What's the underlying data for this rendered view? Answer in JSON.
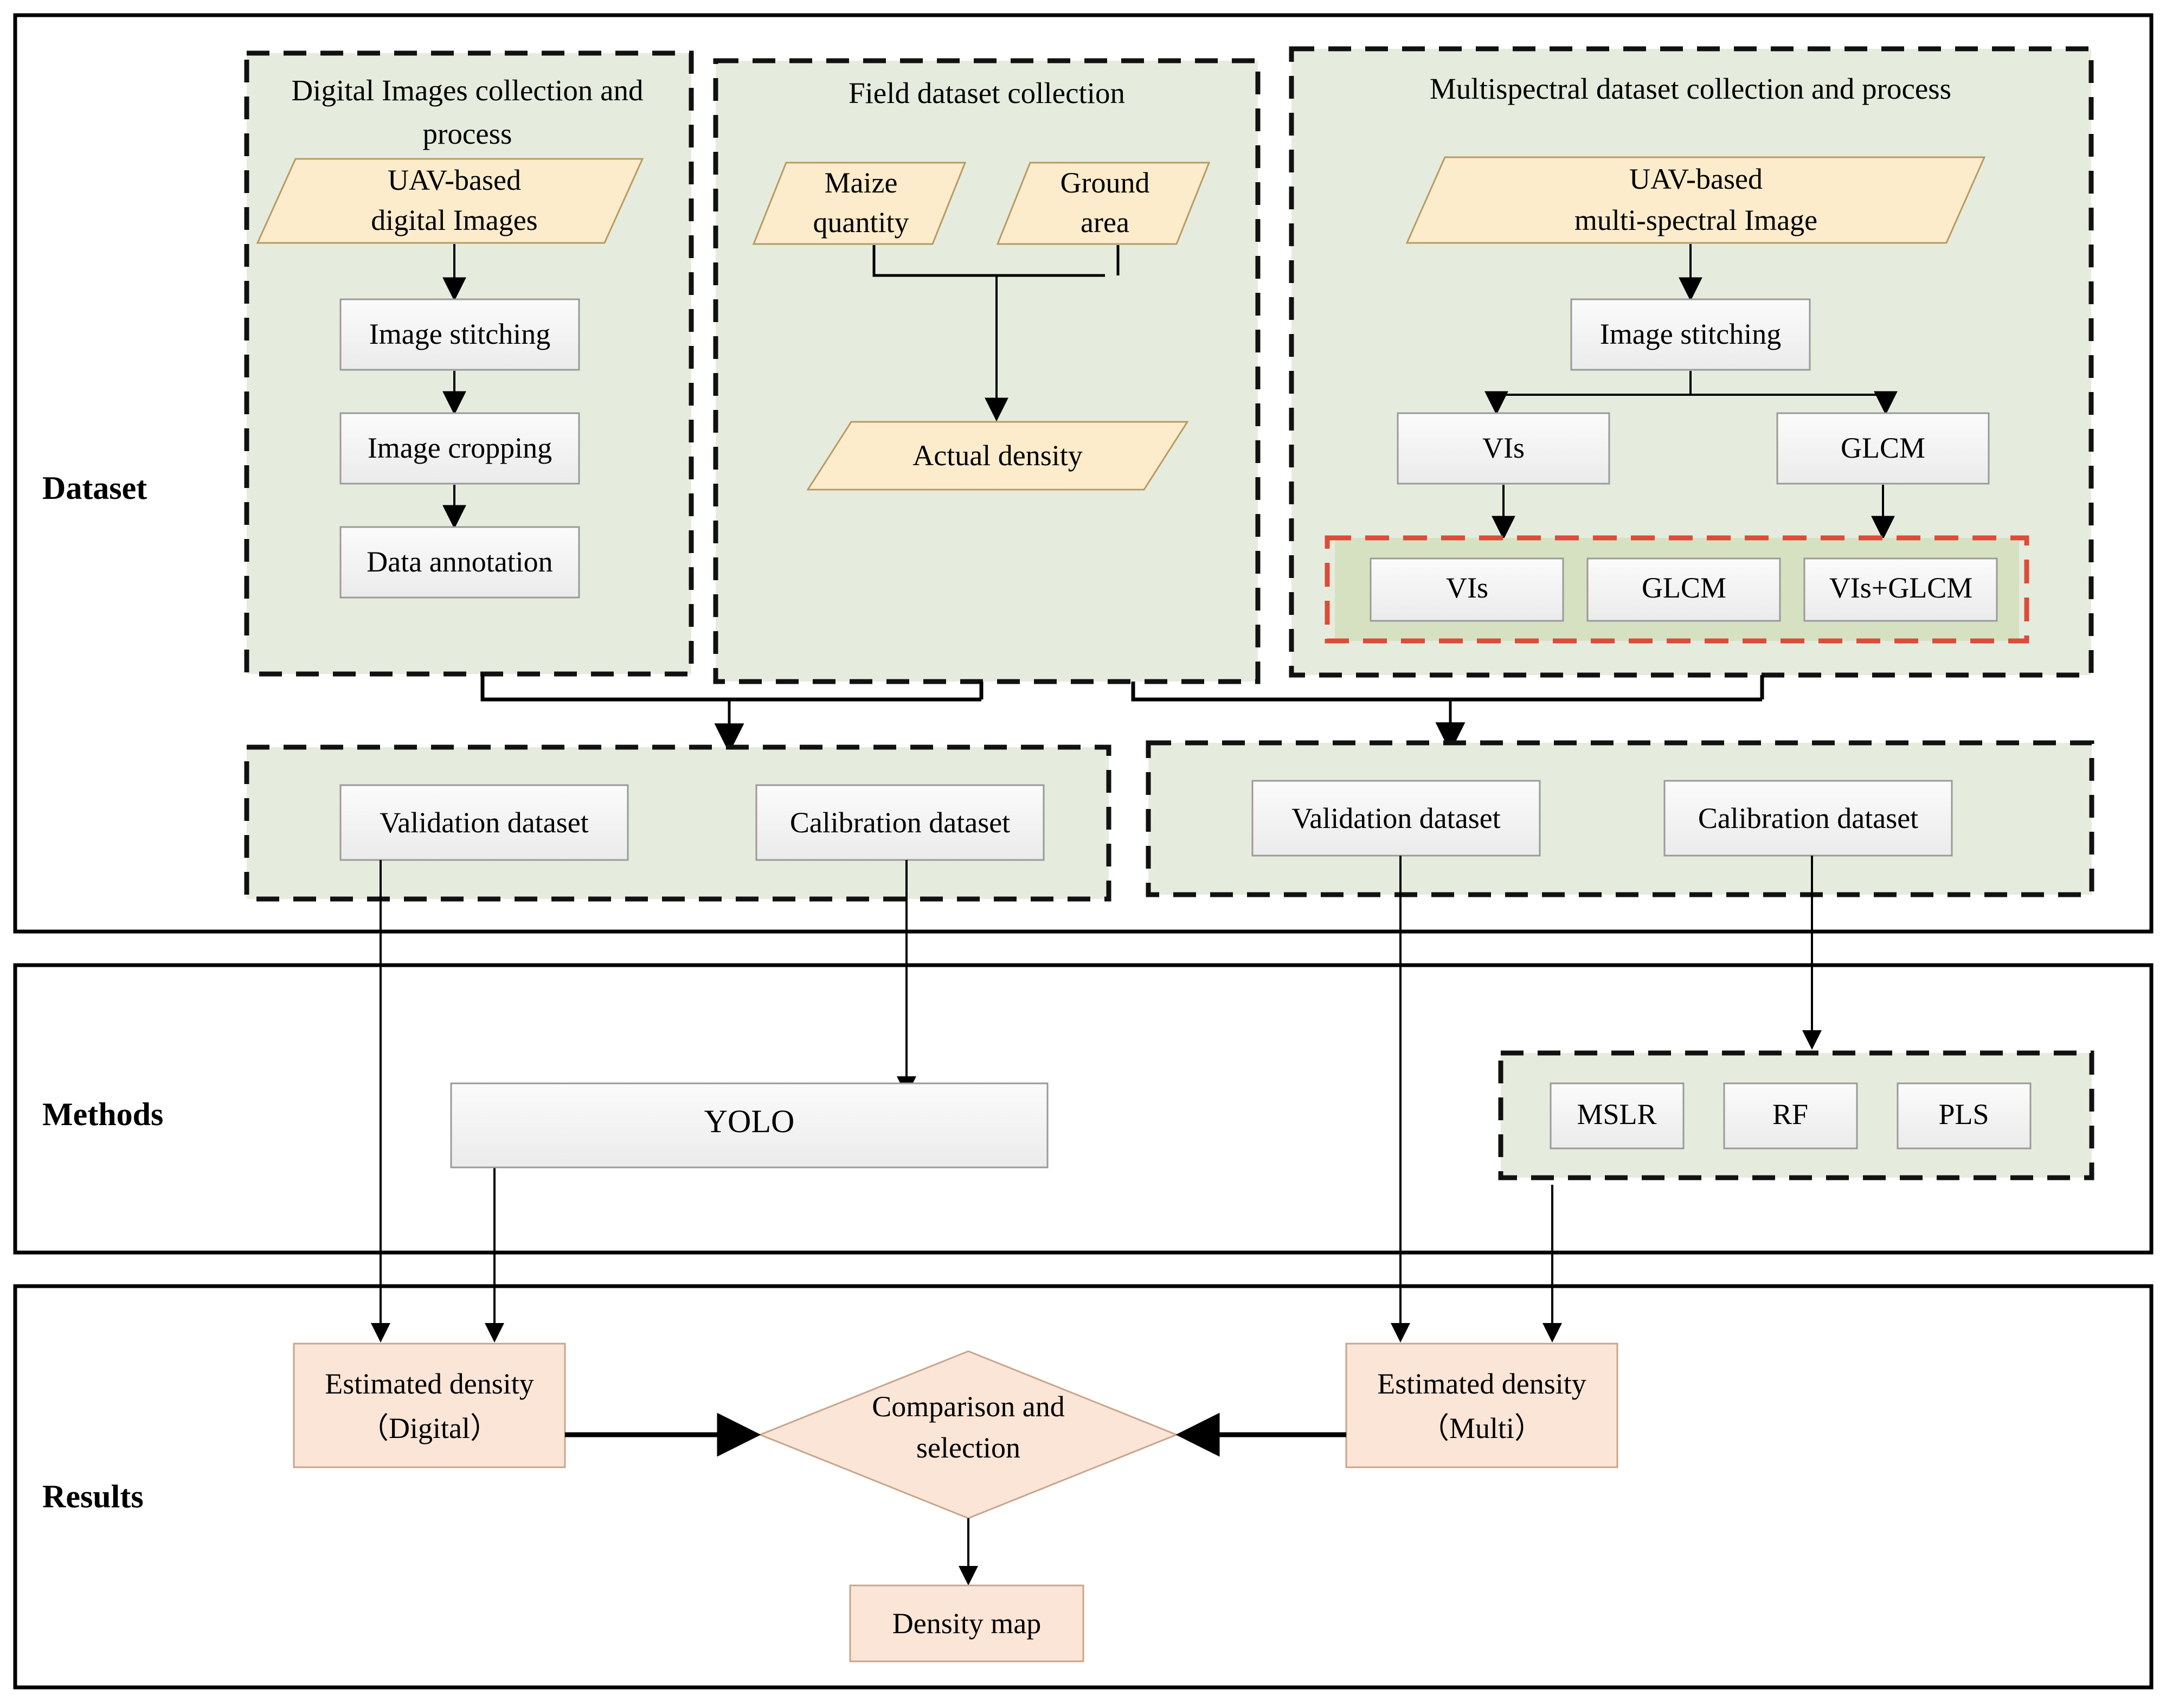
{
  "figure": {
    "type": "flowchart",
    "title": "Maize plant density estimation workflow"
  },
  "row_labels": {
    "dataset": "Dataset",
    "methods": "Methods",
    "results": "Results"
  },
  "dataset": {
    "panels": [
      {
        "id": "digital",
        "title_line1": "Digital Images collection and",
        "title_line2": "process",
        "nodes": [
          {
            "id": "uav-digital",
            "shape": "parallelogram",
            "line1": "UAV-based",
            "line2": "digital Images"
          },
          {
            "id": "stitch-d",
            "shape": "rect",
            "label": "Image stitching"
          },
          {
            "id": "crop-d",
            "shape": "rect",
            "label": "Image cropping"
          },
          {
            "id": "annot-d",
            "shape": "rect",
            "label": "Data annotation"
          }
        ]
      },
      {
        "id": "field",
        "title_line1": "Field dataset collection",
        "title_line2": "",
        "nodes": [
          {
            "id": "maize-qty",
            "shape": "parallelogram",
            "line1": "Maize",
            "line2": "quantity"
          },
          {
            "id": "ground-area",
            "shape": "parallelogram",
            "line1": "Ground",
            "line2": "area"
          },
          {
            "id": "actual-density",
            "shape": "parallelogram",
            "line1": "Actual density",
            "line2": ""
          }
        ]
      },
      {
        "id": "multispectral",
        "title_line1": "Multispectral dataset collection and process",
        "title_line2": "",
        "nodes": [
          {
            "id": "uav-multi",
            "shape": "parallelogram",
            "line1": "UAV-based",
            "line2": "multi-spectral Image"
          },
          {
            "id": "stitch-m",
            "shape": "rect",
            "label": "Image stitching"
          },
          {
            "id": "vis",
            "shape": "rect",
            "label": "VIs"
          },
          {
            "id": "glcm",
            "shape": "rect",
            "label": "GLCM"
          }
        ],
        "highlight_group": {
          "border_color": "#dd4b39",
          "items": [
            "VIs",
            "GLCM",
            "VIs+GLCM"
          ]
        }
      }
    ],
    "split_panels": [
      {
        "id": "digital-split",
        "items": [
          "Validation dataset",
          "Calibration dataset"
        ]
      },
      {
        "id": "multi-split",
        "items": [
          "Validation dataset",
          "Calibration dataset"
        ]
      }
    ]
  },
  "methods": {
    "yolo_label": "YOLO",
    "model_group": [
      "MSLR",
      "RF",
      "PLS"
    ]
  },
  "results": {
    "est_digital_line1": "Estimated density",
    "est_digital_line2": "（Digital）",
    "est_multi_line1": "Estimated density",
    "est_multi_line2": "（Multi）",
    "decision_line1": "Comparison and",
    "decision_line2": "selection",
    "density_map": "Density map"
  },
  "colors": {
    "panel_green": "#e6ecdd",
    "inner_green": "#d6e1c2",
    "parallelogram_yellow": "#fdeccb",
    "box_grey": "#f1f1f1",
    "box_border": "#9a9a9a",
    "peach": "#fbe5d6",
    "peach_border": "#c8a58c",
    "dashed_black": "#111111",
    "dashed_red": "#dd4b39",
    "frame_black": "#000000"
  }
}
